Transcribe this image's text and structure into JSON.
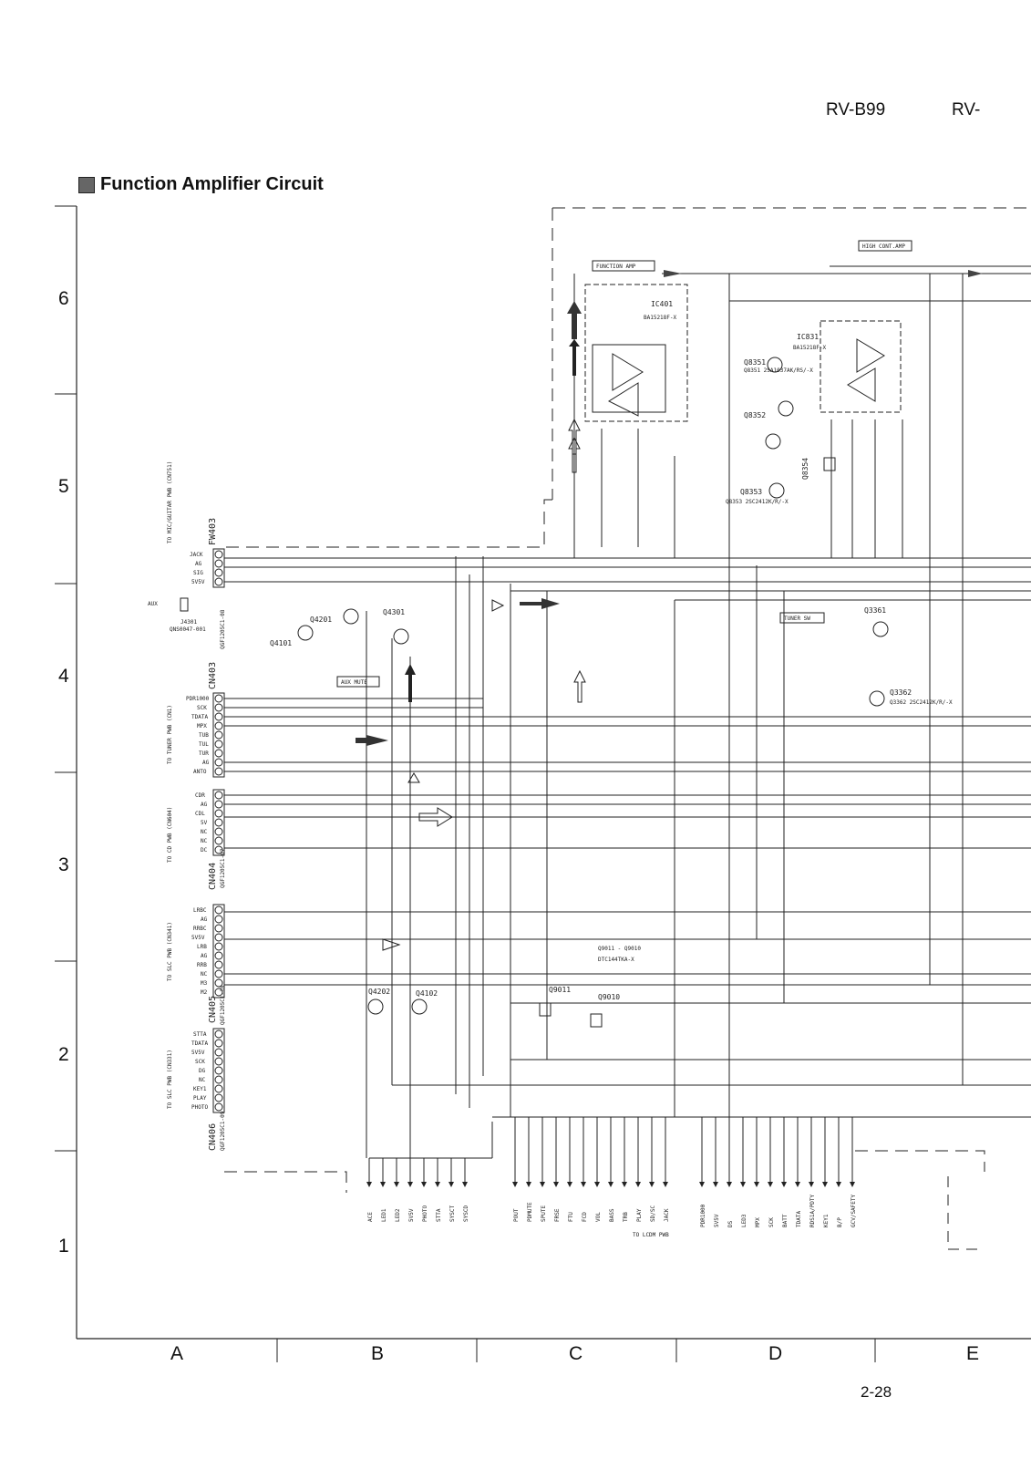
{
  "header": {
    "model_left": "RV-B99",
    "model_right": "RV-"
  },
  "title": "Function Amplifier Circuit",
  "grid": {
    "rows": [
      "6",
      "5",
      "4",
      "3",
      "2",
      "1"
    ],
    "cols": [
      "A",
      "B",
      "C",
      "D",
      "E"
    ]
  },
  "page_number": "2-28",
  "blocks": {
    "function_amp": "FUNCTION AMP",
    "high_cont_amp": "HIGH CONT.AMP",
    "tuner_sw": "TUNER SW",
    "aux_mute": "AUX MUTE"
  },
  "ics": [
    {
      "ref": "IC401",
      "part": "BA15218F-X"
    },
    {
      "ref": "IC831",
      "part": "BA15218F-X"
    }
  ],
  "transistors": [
    "Q4201",
    "Q4301",
    "Q4101",
    "Q8351",
    "Q8352",
    "Q8353",
    "Q8354",
    "Q3361",
    "Q3362",
    "Q4202",
    "Q4102",
    "Q9011",
    "Q9010"
  ],
  "connectors": [
    {
      "ref": "FW403",
      "dest": "TO MIC/GUITAR PWB (CN751)",
      "pins": [
        "JACK",
        "AG",
        "SIG",
        "5V5V"
      ]
    },
    {
      "ref": "CN403",
      "part": "QGF1205C1-08",
      "dest": "TO TUNER PWB (CN1)",
      "pins": [
        "PDR1000",
        "SCK",
        "TDATA",
        "MPX",
        "TUB",
        "TUL",
        "TUR",
        "AG",
        "ANTO"
      ]
    },
    {
      "ref": "CN404",
      "part": "QGF1205C1-07",
      "dest": "TO CD PWB (CN604)",
      "pins": [
        "CDR",
        "AG",
        "CDL",
        "5V",
        "NC",
        "NC",
        "DC"
      ]
    },
    {
      "ref": "CN405",
      "part": "QGF1205C1-10",
      "dest": "TO SLC PWB (CN341)",
      "pins": [
        "LRBC",
        "AG",
        "RRBC",
        "5V5V",
        "LRB",
        "AG",
        "RRB",
        "NC",
        "M3",
        "M2"
      ]
    },
    {
      "ref": "CN406",
      "part": "QGF1205C1-09",
      "dest": "TO SLC PWB (CN331)",
      "pins": [
        "STTA",
        "TDATA",
        "5V5V",
        "SCK",
        "DG",
        "NC",
        "KEY1",
        "PLAY",
        "PHOTO"
      ]
    }
  ],
  "jack": {
    "ref": "J4301",
    "part": "QNS0047-001",
    "label": "AUX"
  },
  "bottom_labels": {
    "group1": [
      "ACE",
      "LED1",
      "LED2",
      "5V5V",
      "PHOTO",
      "STTA",
      "SYSCT",
      "SYSCD"
    ],
    "group2": [
      "POUT",
      "PDMUTE",
      "SPUTE",
      "FRSE",
      "FTU",
      "FCD",
      "VOL",
      "BASS",
      "TRB",
      "PLAY",
      "SD/SC",
      "JACK"
    ],
    "group3": [
      "PDR1000",
      "5V5V",
      "DS",
      "LED3",
      "MPX",
      "SCK",
      "BATT",
      "TDATA",
      "RDS1A/PDTY",
      "KEY1",
      "B/P",
      "GCV/SAFETY"
    ],
    "dest": "TO LCDM PWB"
  },
  "notes": [
    "Q9011 - Q9010",
    "DTC144TKA-X",
    "Q8351 2SA1037AK/RS/-X",
    "Q8353 2SC2412K/R/-X",
    "Q3362 2SC2412K/R/-X"
  ]
}
